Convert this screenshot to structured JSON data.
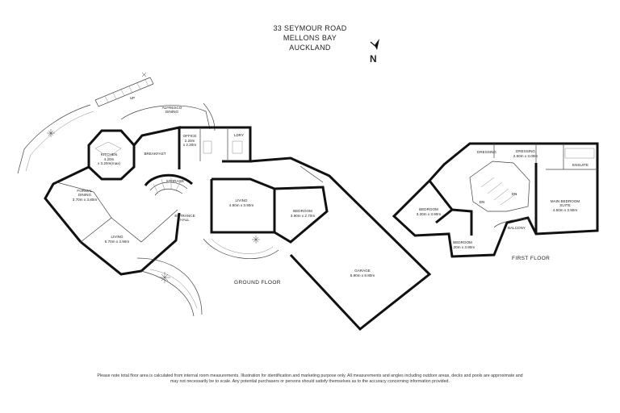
{
  "address": {
    "line1": "33 SEYMOUR ROAD",
    "line2": "MELLONS BAY",
    "line3": "AUCKLAND"
  },
  "north": "N",
  "ground_floor": {
    "label": "GROUND FLOOR",
    "rooms": {
      "alfresco": "ALFRESCO\nDINING",
      "up": "UP",
      "kitchen_name": "KITCHEN",
      "kitchen_dim": "4.20m\nx 3.20m(max)",
      "breakfast": "BREAKFAST",
      "office_name": "OFFICE",
      "office_dim": "2.20m\nx 2.20m",
      "ldry": "LDRY",
      "formal_name": "FORMAL\nDINING",
      "formal_dim": "3.70m x 3.80m",
      "living1_name": "LIVING",
      "living1_dim": "5.70m x 3.90m",
      "living2_name": "LIVING",
      "living2_dim": "4.90m x 3.90m",
      "bedroom_name": "BEDROOM",
      "bedroom_dim": "3.90m x 2.70m",
      "entrance": "ENTRANCE\nHALL",
      "garage_name": "GARAGE",
      "garage_dim": "5.90m x 8.80m",
      "storage": "STORAGE"
    }
  },
  "first_floor": {
    "label": "FIRST FLOOR",
    "rooms": {
      "dressing1": "DRESSING",
      "dressing2_name": "DRESSING",
      "dressing2_dim": "2.50m x 3.00m",
      "ensuite": "ENSUITE",
      "bedroom1_name": "BEDROOM",
      "bedroom1_dim": "3.20m x 3.90m",
      "bedroom2_name": "BEDROOM",
      "bedroom2_dim": "3.20m x 3.90m",
      "main_name": "MAIN BEDROOM\nSUITE",
      "main_dim": "4.50m x 3.90m",
      "balcony": "BALCONY",
      "dn1": "DN",
      "dn2": "DN"
    }
  },
  "disclaimer": "Please note total floor area is calculated from internal room measurements. Illustration for identification and marketing purpose only. All measurements and angles including outdoor areas, decks and pools are approximate and may not necessarily be to scale. Any potential purchasers or persons should satisfy themselves as to the accuracy concerning information provided."
}
